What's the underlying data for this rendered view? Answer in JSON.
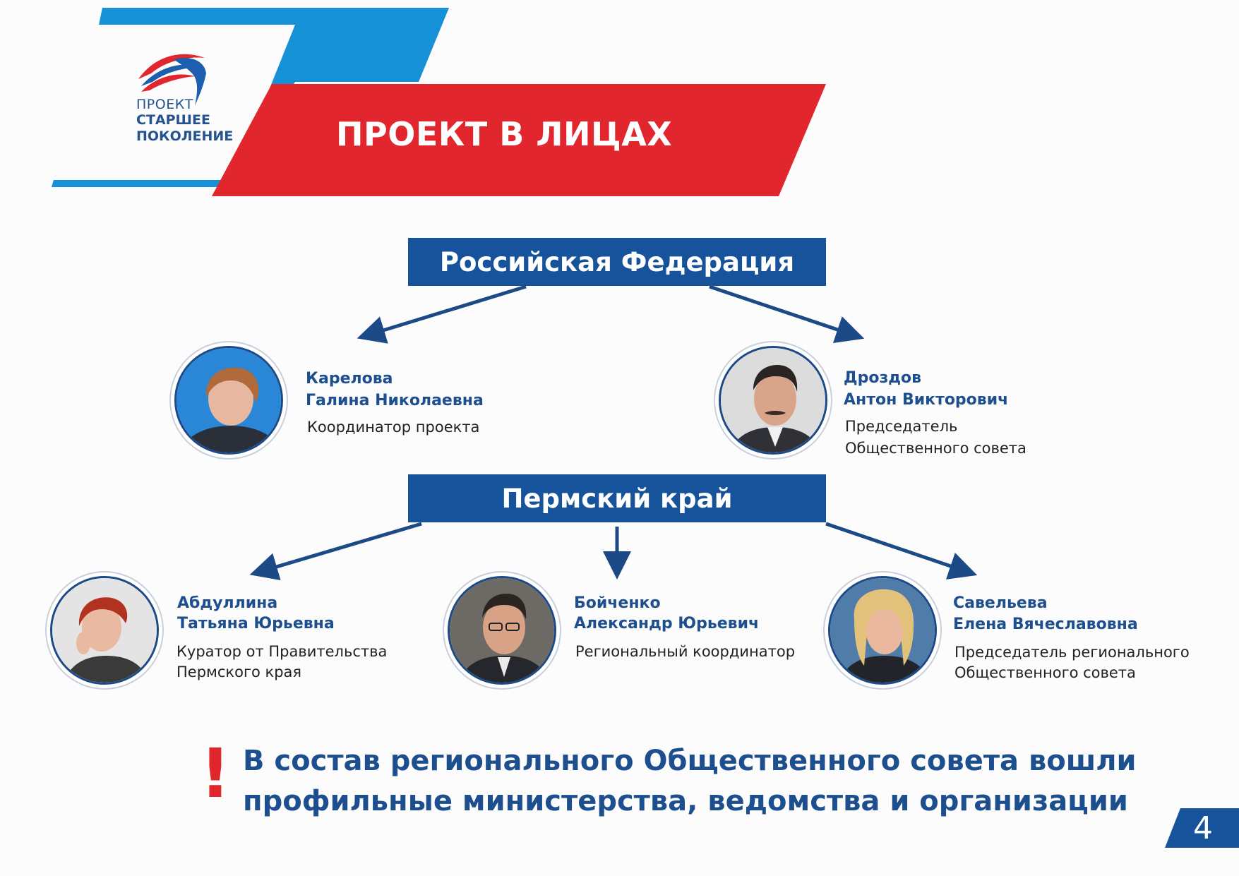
{
  "logo": {
    "line1": "ПРОЕКТ",
    "line2": "СТАРШЕЕ",
    "line3": "ПОКОЛЕНИЕ"
  },
  "banner": {
    "title": "ПРОЕКТ В ЛИЦАХ"
  },
  "levels": {
    "federal": "Российская Федерация",
    "regional": "Пермский край"
  },
  "people": {
    "karelova": {
      "surname": "Карелова",
      "name": "Галина Николаевна",
      "role_line1": "Координатор проекта",
      "role_line2": ""
    },
    "drozdov": {
      "surname": "Дроздов",
      "name": "Антон Викторович",
      "role_line1": "Председатель",
      "role_line2": "Общественного совета"
    },
    "abdullina": {
      "surname": "Абдуллина",
      "name": "Татьяна Юрьевна",
      "role_line1": "Куратор от Правительства",
      "role_line2": "Пермского края"
    },
    "boychenko": {
      "surname": "Бойченко",
      "name": "Александр Юрьевич",
      "role_line1": "Региональный координатор",
      "role_line2": ""
    },
    "savelyeva": {
      "surname": "Савельева",
      "name": "Елена Вячеславовна",
      "role_line1": "Председатель регионального",
      "role_line2": "Общественного совета"
    }
  },
  "note": {
    "mark": "!",
    "line1": "В состав регионального Общественного совета вошли",
    "line2": "профильные министерства, ведомства и организации"
  },
  "page_number": "4",
  "colors": {
    "brand_blue": "#17539a",
    "light_blue": "#1690d6",
    "red": "#e1262d",
    "text_blue": "#1d4f8e"
  }
}
